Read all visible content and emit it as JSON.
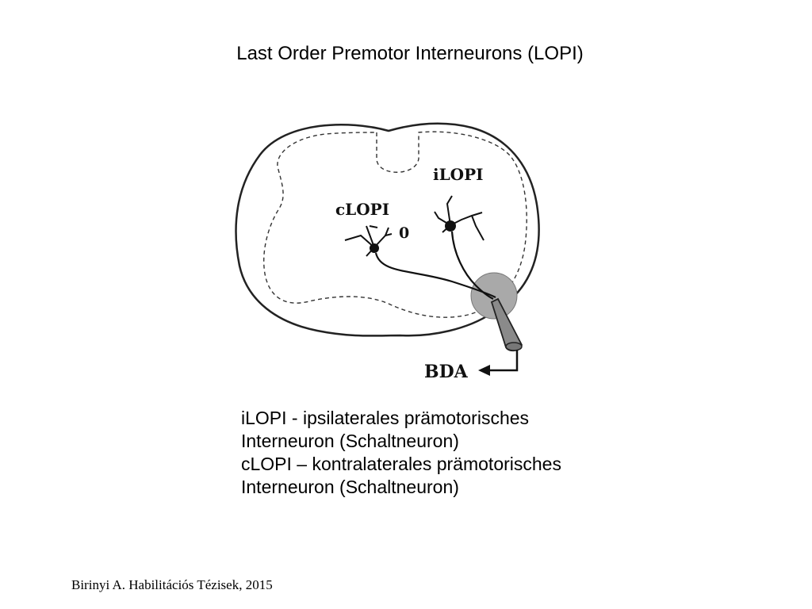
{
  "title": "Last Order Premotor Interneurons (LOPI)",
  "figure": {
    "label_ilopi": "iLOPI",
    "label_clopi": "cLOPI",
    "label_bda": "BDA",
    "label_zero": "0"
  },
  "legend": {
    "line1": "iLOPI -  ipsilaterales prämotorisches",
    "line2": "Interneuron (Schaltneuron)",
    "line3": "cLOPI – kontralaterales prämotorisches",
    "line4": "Interneuron (Schaltneuron)"
  },
  "footer": "Birinyi A. Habilitációs Tézisek, 2015"
}
